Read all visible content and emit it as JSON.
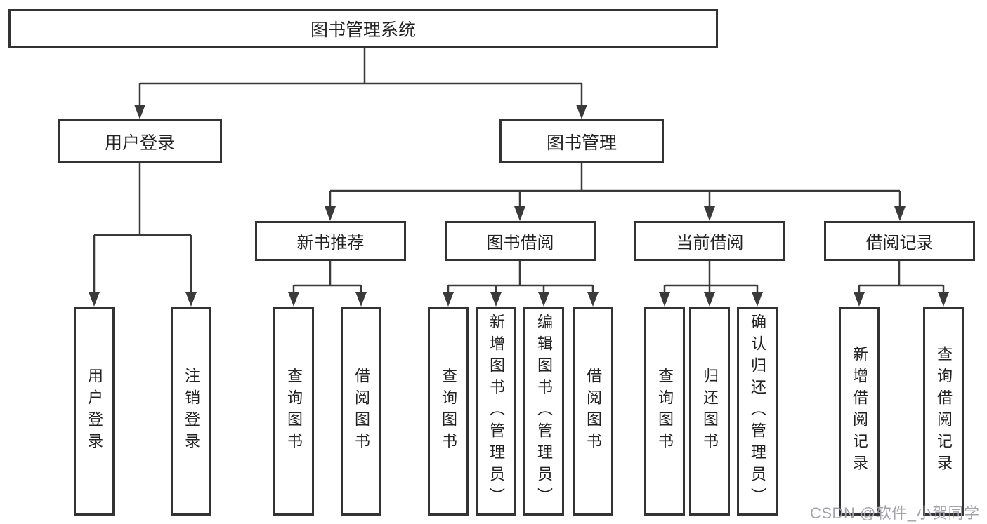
{
  "tree": {
    "label": "图书管理系统",
    "children": [
      {
        "label": "用户登录",
        "children": [
          {
            "label": "用户登录"
          },
          {
            "label": "注销登录"
          }
        ]
      },
      {
        "label": "图书管理",
        "children": [
          {
            "label": "新书推荐",
            "children": [
              {
                "label": "查询图书"
              },
              {
                "label": "借阅图书"
              }
            ]
          },
          {
            "label": "图书借阅",
            "children": [
              {
                "label": "查询图书"
              },
              {
                "label": "新增图书（管理员）"
              },
              {
                "label": "编辑图书（管理员）"
              },
              {
                "label": "借阅图书"
              }
            ]
          },
          {
            "label": "当前借阅",
            "children": [
              {
                "label": "查询图书"
              },
              {
                "label": "归还图书"
              },
              {
                "label": "确认归还（管理员）"
              }
            ]
          },
          {
            "label": "借阅记录",
            "children": [
              {
                "label": "新增借阅记录"
              },
              {
                "label": "查询借阅记录"
              }
            ]
          }
        ]
      }
    ]
  },
  "watermark": "CSDN @软件_小贺同学",
  "style": {
    "line_color": "#3a3a3a",
    "box_border_color": "#333333",
    "text_color": "#222222",
    "watermark_color": "#a2a2ad",
    "background": "#ffffff"
  }
}
